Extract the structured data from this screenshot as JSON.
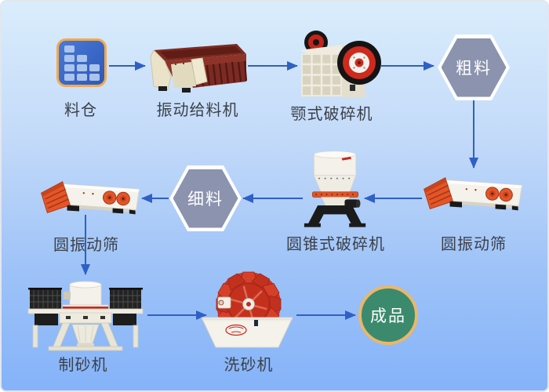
{
  "nodes": {
    "silo": "料仓",
    "feeder": "振动给料机",
    "jaw": "颚式破碎机",
    "coarse": "粗料",
    "screen_left": "圆振动筛",
    "fine": "细料",
    "cone": "圆锥式破碎机",
    "screen_right": "圆振动筛",
    "sand_maker": "制砂机",
    "sand_washer": "洗砂机",
    "product": "成品"
  },
  "colors": {
    "background_top": "#daedfc",
    "background_bottom": "#85b3f9",
    "arrow": "#2f60c4",
    "hexagon_fill": "#8b93ae",
    "hexagon_border": "#ffffff",
    "hexagon_text": "#ffffff",
    "product_fill": "#3b8a6d",
    "product_border": "#e9b76a",
    "silo_fill": "#3a66c4",
    "silo_border": "#f0aa52",
    "label_text": "#3b4048"
  }
}
